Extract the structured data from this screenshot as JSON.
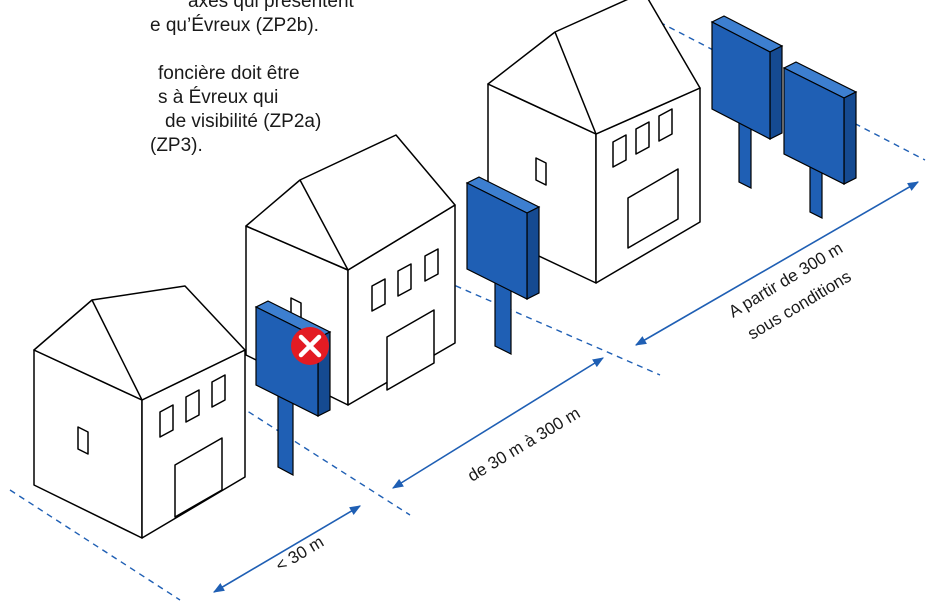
{
  "intro_text": {
    "para1": [
      "axes qui présentent",
      "e qu’Évreux (ZP2b)."
    ],
    "para2": [
      "foncière doit être",
      "s à Évreux qui",
      "de visibilité (ZP2a)",
      "(ZP3)."
    ]
  },
  "zones": {
    "zone1_label": "< 30 m",
    "zone2_label": "de 30 m à 300 m",
    "zone3_line1": "A partir de 300 m",
    "zone3_line2": "sous conditions"
  },
  "colors": {
    "billboard": "#1f5fb4",
    "forbidden": "#e31b23",
    "dimension_line": "#1f5fb4"
  },
  "icons": [
    "forbidden-x-icon"
  ]
}
